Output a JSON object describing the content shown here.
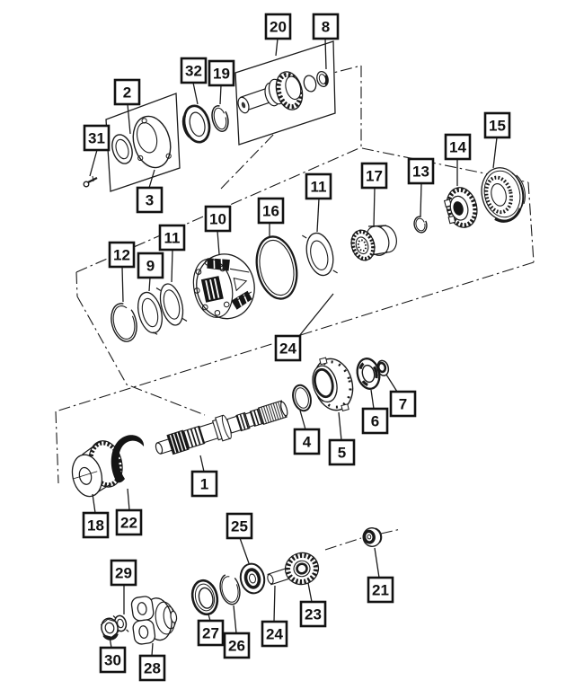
{
  "diagram": {
    "labels": [
      {
        "text": "2"
      },
      {
        "text": "31"
      },
      {
        "text": "3"
      },
      {
        "text": "32"
      },
      {
        "text": "19"
      },
      {
        "text": "20"
      },
      {
        "text": "8"
      },
      {
        "text": "15"
      },
      {
        "text": "14"
      },
      {
        "text": "13"
      },
      {
        "text": "17"
      },
      {
        "text": "11"
      },
      {
        "text": "16"
      },
      {
        "text": "10"
      },
      {
        "text": "11"
      },
      {
        "text": "9"
      },
      {
        "text": "12"
      },
      {
        "text": "24"
      },
      {
        "text": "4"
      },
      {
        "text": "5"
      },
      {
        "text": "6"
      },
      {
        "text": "7"
      },
      {
        "text": "1"
      },
      {
        "text": "18"
      },
      {
        "text": "22"
      },
      {
        "text": "25"
      },
      {
        "text": "21"
      },
      {
        "text": "23"
      },
      {
        "text": "24"
      },
      {
        "text": "26"
      },
      {
        "text": "27"
      },
      {
        "text": "29"
      },
      {
        "text": "30"
      },
      {
        "text": "28"
      }
    ]
  },
  "colors": {
    "line": "#1a1a1a",
    "background": "#ffffff",
    "label_border": "#111111",
    "label_text": "#111111"
  }
}
